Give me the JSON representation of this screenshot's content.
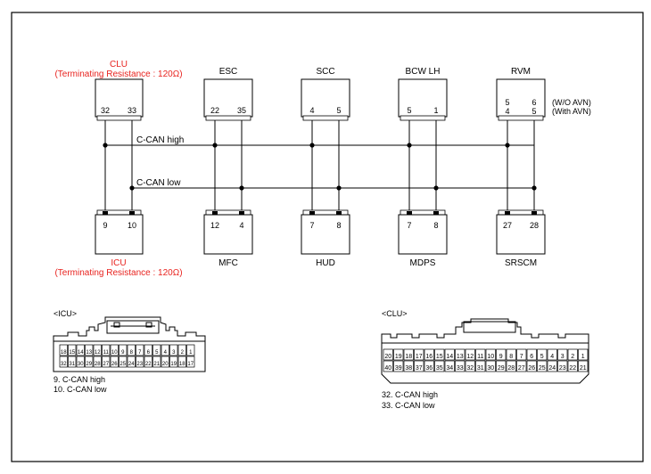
{
  "colors": {
    "line": "#000000",
    "red": "#e8231f",
    "box_fill": "#ffffff",
    "frame": "#000000"
  },
  "top_modules": [
    {
      "id": "clu",
      "name": "CLU",
      "note": "(Terminating Resistance : 120Ω)",
      "pins": [
        "32",
        "33"
      ]
    },
    {
      "id": "esc",
      "name": "ESC",
      "pins": [
        "22",
        "35"
      ]
    },
    {
      "id": "scc",
      "name": "SCC",
      "pins": [
        "4",
        "5"
      ]
    },
    {
      "id": "bcw",
      "name": "BCW LH",
      "pins": [
        "5",
        "1"
      ]
    },
    {
      "id": "rvm",
      "name": "RVM",
      "pins_row1": [
        "5",
        "6"
      ],
      "pins_row2": [
        "4",
        "5"
      ],
      "variant1": "(W/O AVN)",
      "variant2": "(With AVN)"
    }
  ],
  "bottom_modules": [
    {
      "id": "icu",
      "name": "ICU",
      "note": "(Terminating Resistance : 120Ω)",
      "pins": [
        "9",
        "10"
      ]
    },
    {
      "id": "mfc",
      "name": "MFC",
      "pins": [
        "12",
        "4"
      ]
    },
    {
      "id": "hud",
      "name": "HUD",
      "pins": [
        "7",
        "8"
      ]
    },
    {
      "id": "mdps",
      "name": "MDPS",
      "pins": [
        "7",
        "8"
      ]
    },
    {
      "id": "srscm",
      "name": "SRSCM",
      "pins": [
        "27",
        "28"
      ]
    }
  ],
  "bus": {
    "high_label": "C-CAN high",
    "low_label": "C-CAN low"
  },
  "icu_connector": {
    "title": "<ICU>",
    "row1": [
      "18",
      "15",
      "14",
      "13",
      "12",
      "11",
      "10",
      "9",
      "8",
      "7",
      "6",
      "5",
      "4",
      "3",
      "2",
      "1"
    ],
    "row2": [
      "32",
      "31",
      "30",
      "29",
      "28",
      "27",
      "26",
      "25",
      "24",
      "23",
      "22",
      "21",
      "20",
      "19",
      "18",
      "17"
    ],
    "legend": [
      "9. C-CAN high",
      "10. C-CAN low"
    ]
  },
  "clu_connector": {
    "title": "<CLU>",
    "row1": [
      "20",
      "19",
      "18",
      "17",
      "16",
      "15",
      "14",
      "13",
      "12",
      "11",
      "10",
      "9",
      "8",
      "7",
      "6",
      "5",
      "4",
      "3",
      "2",
      "1"
    ],
    "row2": [
      "40",
      "39",
      "38",
      "37",
      "36",
      "35",
      "34",
      "33",
      "32",
      "31",
      "30",
      "29",
      "28",
      "27",
      "26",
      "25",
      "24",
      "23",
      "22",
      "21"
    ],
    "legend": [
      "32. C-CAN high",
      "33. C-CAN low"
    ]
  }
}
